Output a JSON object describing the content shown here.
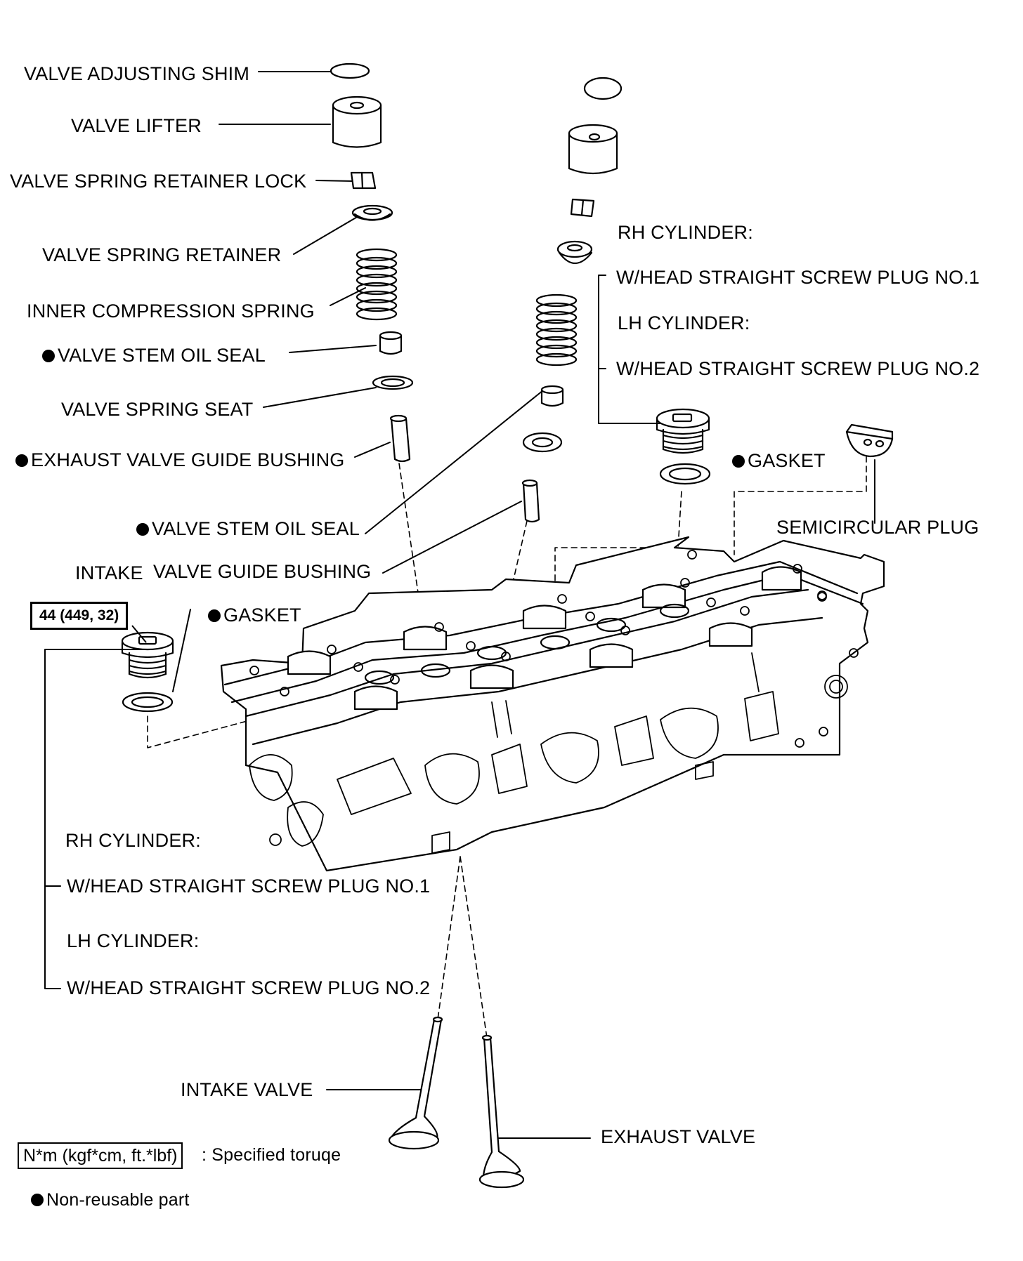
{
  "labels": {
    "valve_adjusting_shim": "VALVE ADJUSTING SHIM",
    "valve_lifter": "VALVE LIFTER",
    "valve_spring_retainer_lock": "VALVE SPRING RETAINER LOCK",
    "valve_spring_retainer": "VALVE SPRING RETAINER",
    "inner_compression_spring": "INNER COMPRESSION SPRING",
    "valve_stem_oil_seal_1": "VALVE STEM OIL SEAL",
    "valve_spring_seat": "VALVE SPRING SEAT",
    "exhaust_valve_guide_bushing": "EXHAUST VALVE GUIDE BUSHING",
    "valve_stem_oil_seal_2": "VALVE STEM OIL SEAL",
    "intake_word": "INTAKE",
    "valve_guide_bushing": "VALVE GUIDE BUSHING",
    "rh_cylinder_top": "RH CYLINDER:",
    "plug_no1_top": "W/HEAD STRAIGHT SCREW PLUG NO.1",
    "lh_cylinder_top": "LH CYLINDER:",
    "plug_no2_top": "W/HEAD STRAIGHT SCREW PLUG NO.2",
    "gasket_right": "GASKET",
    "semicircular_plug": "SEMICIRCULAR PLUG",
    "gasket_left": "GASKET",
    "rh_cylinder_bottom": "RH CYLINDER:",
    "plug_no1_bottom": "W/HEAD STRAIGHT SCREW PLUG NO.1",
    "lh_cylinder_bottom": "LH CYLINDER:",
    "plug_no2_bottom": "W/HEAD STRAIGHT SCREW PLUG NO.2",
    "intake_valve": "INTAKE VALVE",
    "exhaust_valve": "EXHAUST VALVE"
  },
  "torque": {
    "value": "44 (449, 32)"
  },
  "legend": {
    "torque_units": "N*m (kgf*cm, ft.*lbf)",
    "torque_desc": ": Specified toruqe",
    "non_reusable": "Non-reusable part"
  }
}
